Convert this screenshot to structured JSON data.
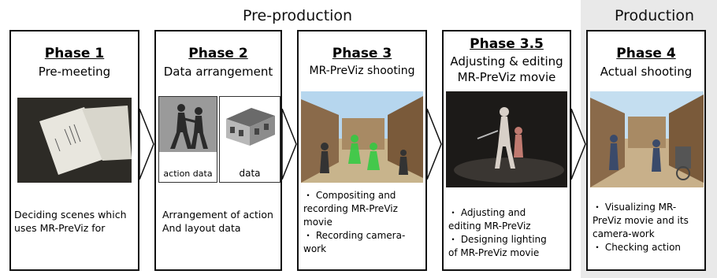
{
  "sections": {
    "preproduction": "Pre-production",
    "production": "Production"
  },
  "phases": [
    {
      "title": "Phase 1",
      "subtitle": "Pre-meeting",
      "desc": [
        "Deciding scenes which",
        "uses MR-PreViz for"
      ]
    },
    {
      "title": "Phase 2",
      "subtitle": "Data arrangement",
      "captions": [
        "action data",
        "data"
      ],
      "desc": [
        "Arrangement of action",
        "And layout data"
      ]
    },
    {
      "title": "Phase 3",
      "subtitle": "MR-PreViz shooting",
      "bullets": [
        "・ Compositing and",
        "recording MR-PreViz",
        "movie",
        "・ Recording camera-",
        "work"
      ]
    },
    {
      "title": "Phase 3.5",
      "subtitle": "Adjusting & editing",
      "subtitle2": "MR-PreViz movie",
      "bullets": [
        "・ Adjusting and",
        "editing MR-PreViz",
        "・ Designing lighting",
        "of MR-PreViz movie"
      ]
    },
    {
      "title": "Phase 4",
      "subtitle": "Actual shooting",
      "bullets": [
        "・ Visualizing MR-",
        "PreViz movie and its",
        "camera-work",
        "・ Checking action"
      ]
    }
  ],
  "colors": {
    "border": "#111111",
    "production_bg": "#e9e9e9"
  }
}
